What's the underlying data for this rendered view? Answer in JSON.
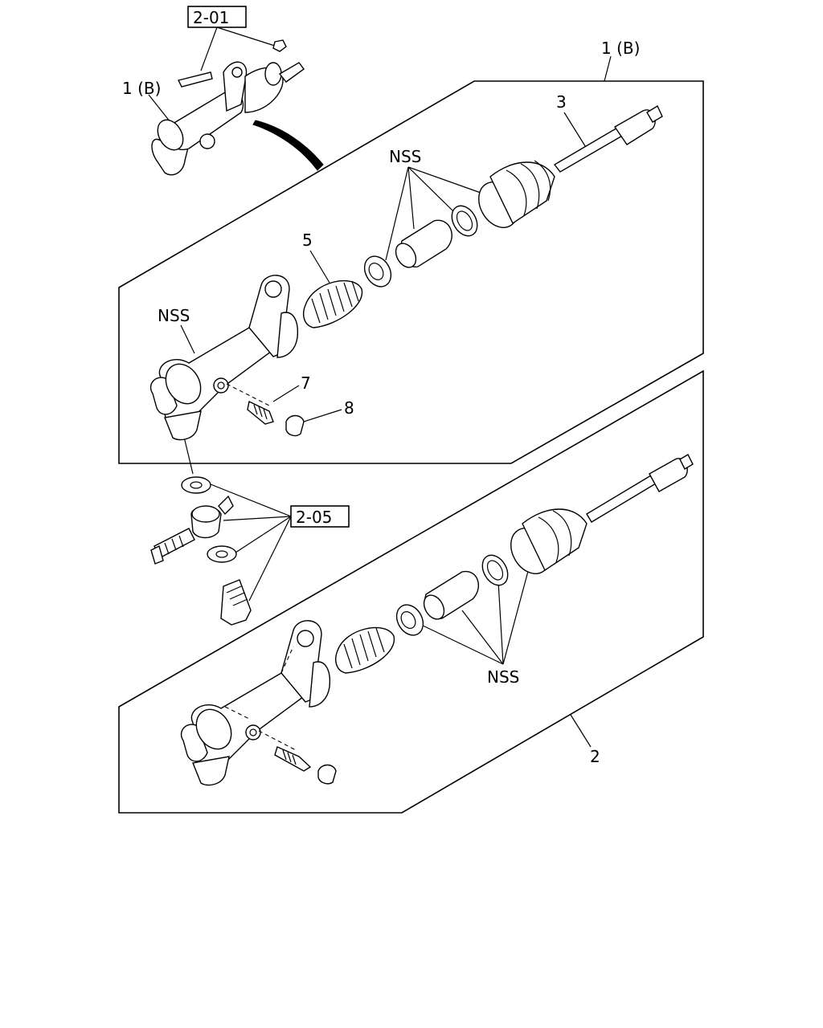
{
  "refs": {
    "ref_2_01": "2-01",
    "ref_2_05": "2-05"
  },
  "labels": {
    "assembly_top_small": "1 (B)",
    "assembly_top_panel": "1 (B)",
    "part_3": "3",
    "nss_upper_parts": "NSS",
    "part_5": "5",
    "nss_body": "NSS",
    "part_7": "7",
    "part_8": "8",
    "nss_lower_parts": "NSS",
    "part_2": "2"
  }
}
